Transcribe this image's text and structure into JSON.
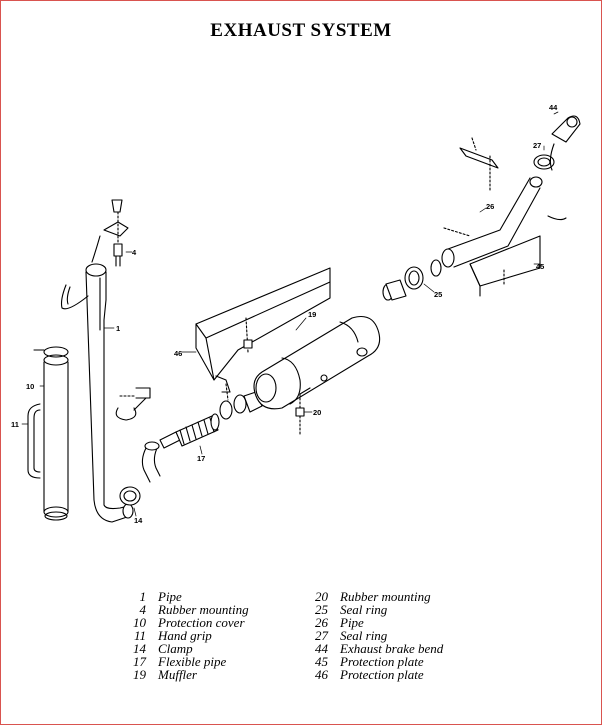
{
  "title": "EXHAUST SYSTEM",
  "colors": {
    "frame_border": "#d9534f",
    "line": "#000000",
    "background": "#ffffff"
  },
  "callouts": {
    "c1": "1",
    "c4": "4",
    "c10": "10",
    "c11": "11",
    "c14": "14",
    "c17": "17",
    "c19": "19",
    "c20": "20",
    "c25": "25",
    "c26": "26",
    "c27": "27",
    "c44": "44",
    "c45": "45",
    "c46": "46"
  },
  "legend": {
    "left": [
      {
        "num": "1",
        "label": "Pipe"
      },
      {
        "num": "4",
        "label": "Rubber mounting"
      },
      {
        "num": "10",
        "label": "Protection cover"
      },
      {
        "num": "11",
        "label": "Hand grip"
      },
      {
        "num": "14",
        "label": "Clamp"
      },
      {
        "num": "17",
        "label": "Flexible pipe"
      },
      {
        "num": "19",
        "label": "Muffler"
      }
    ],
    "right": [
      {
        "num": "20",
        "label": "Rubber mounting"
      },
      {
        "num": "25",
        "label": "Seal ring"
      },
      {
        "num": "26",
        "label": "Pipe"
      },
      {
        "num": "27",
        "label": "Seal ring"
      },
      {
        "num": "44",
        "label": "Exhaust brake bend"
      },
      {
        "num": "45",
        "label": "Protection plate"
      },
      {
        "num": "46",
        "label": "Protection plate"
      }
    ]
  }
}
